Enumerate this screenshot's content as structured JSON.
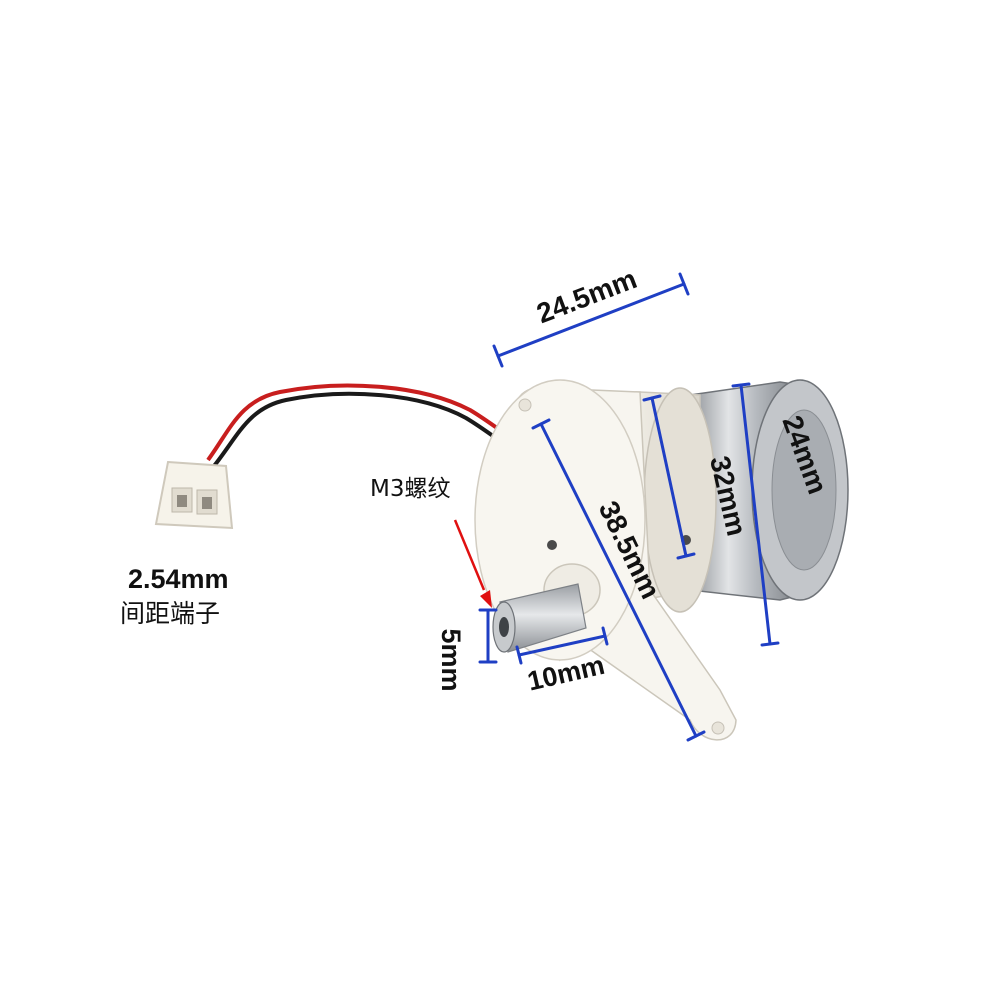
{
  "labels": {
    "thread_note": "M3螺纹",
    "connector_pitch_value": "2.54mm",
    "connector_pitch_desc": "间距端子"
  },
  "dimensions": {
    "gearbox_width": "24.5mm",
    "flange_length": "38.5mm",
    "gearbox_diameter": "32mm",
    "motor_diameter": "24mm",
    "shaft_diameter": "5mm",
    "shaft_length": "10mm"
  },
  "colors": {
    "dimension_line": "#1f3fc4",
    "arrow": "#e01010",
    "housing": "#f4f1ea",
    "motor_can": "#b9bdc2",
    "wire_red": "#c81e1e",
    "wire_black": "#1a1a1a"
  }
}
